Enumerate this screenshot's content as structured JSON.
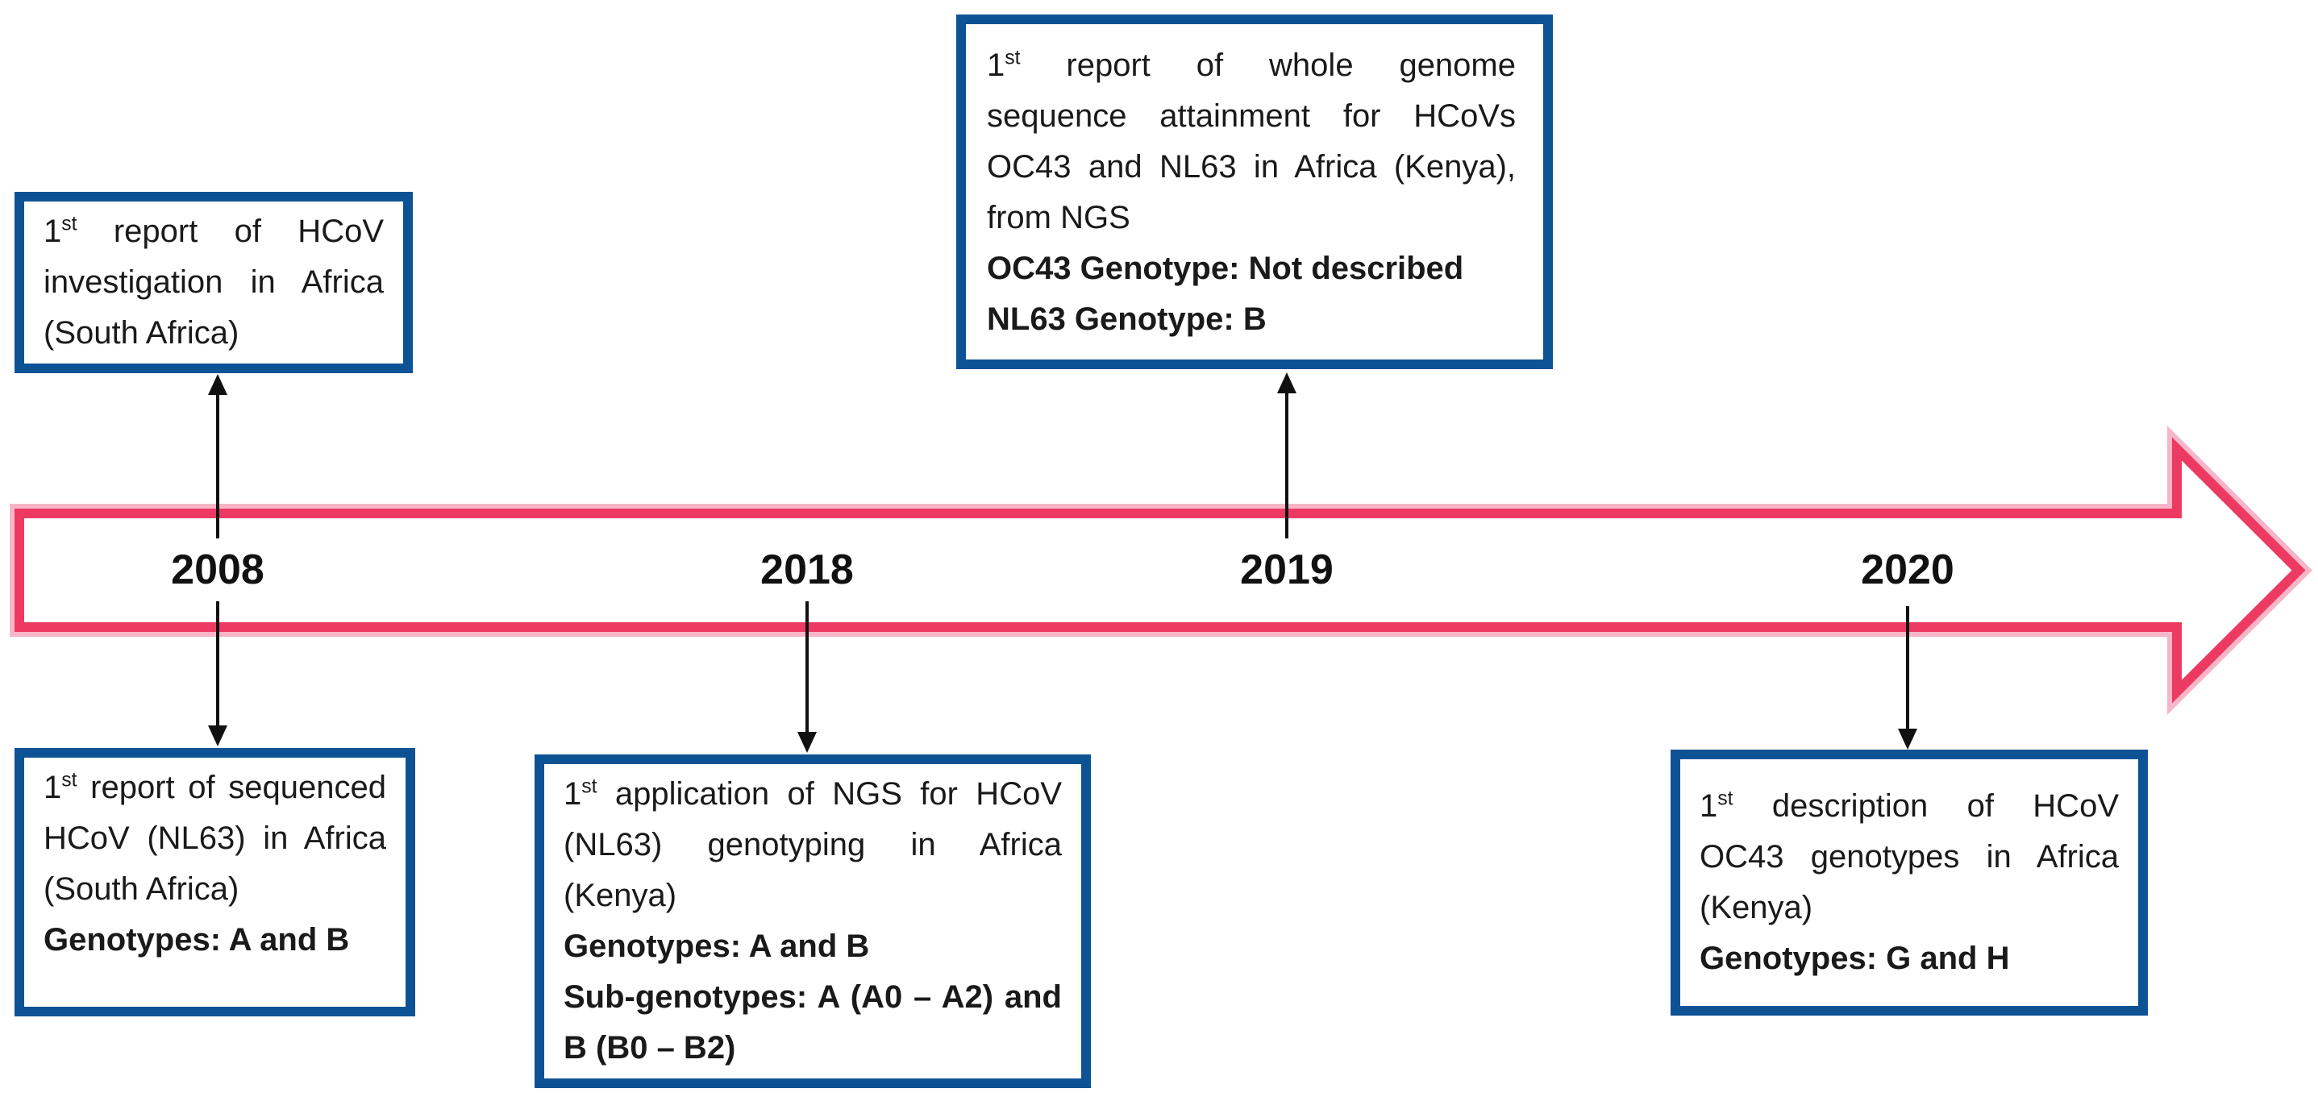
{
  "figure": {
    "type": "timeline",
    "direction": "left-to-right",
    "years": [
      "2008",
      "2018",
      "2019",
      "2020"
    ],
    "colors": {
      "timeline_arrow": "#ED3A63",
      "timeline_arrow_halo": "#F7B6C8",
      "event_box_border": "#0E5296",
      "connector": "#000000",
      "text": "#1A1A1A",
      "background": "#FFFFFF"
    }
  },
  "events": [
    {
      "year": "2008",
      "position": "above",
      "num": "1",
      "ordinal": "st",
      "text": " report of HCoV investigation in Africa (South Africa)",
      "bold_lines": []
    },
    {
      "year": "2019",
      "position": "above",
      "num": "1",
      "ordinal": "st",
      "text": " report of whole genome sequence attainment for HCoVs OC43 and NL63 in Africa (Kenya), from NGS",
      "bold_lines": [
        "OC43 Genotype: Not described",
        "NL63 Genotype: B"
      ]
    },
    {
      "year": "2008",
      "position": "below",
      "num": "1",
      "ordinal": "st",
      "text": " report of sequenced HCoV (NL63) in Africa (South Africa)",
      "bold_lines": [
        "Genotypes: A and B"
      ]
    },
    {
      "year": "2018",
      "position": "below",
      "num": "1",
      "ordinal": "st",
      "text": " application of NGS for HCoV (NL63) genotyping in Africa (Kenya)",
      "bold_lines": [
        "Genotypes: A and B",
        "Sub-genotypes: A (A0 – A2) and B (B0 – B2)"
      ]
    },
    {
      "year": "2020",
      "position": "below",
      "num": "1",
      "ordinal": "st",
      "text": " description of HCoV OC43 genotypes in Africa (Kenya)",
      "bold_lines": [
        "Genotypes: G and H"
      ]
    }
  ]
}
